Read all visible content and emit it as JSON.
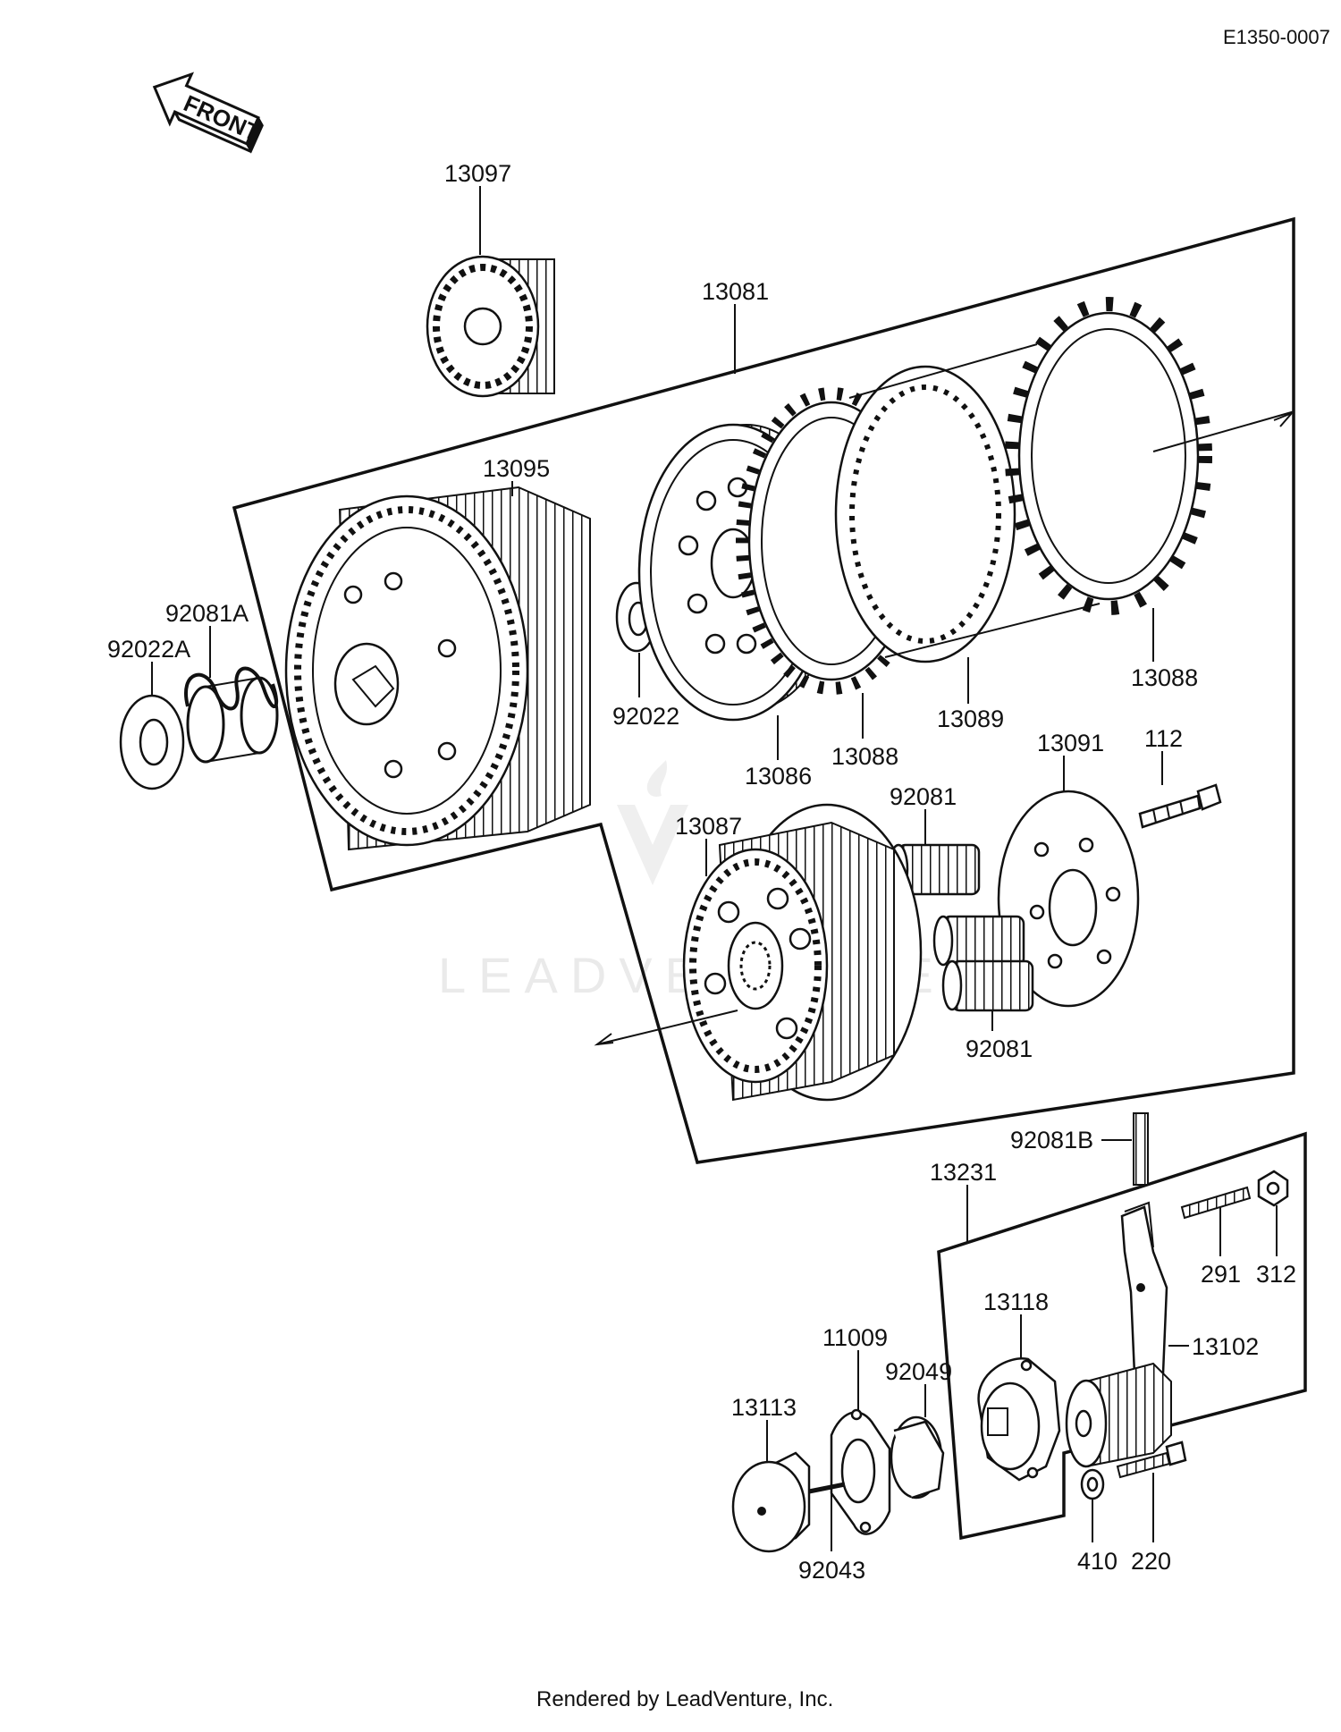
{
  "diagram": {
    "reference_code": "E1350-0007",
    "direction_label": "FRONT",
    "watermark": "LEADVENTURE",
    "footer": "Rendered by LeadVenture, Inc.",
    "parts": [
      {
        "id": "p13097",
        "number": "13097"
      },
      {
        "id": "p13081",
        "number": "13081"
      },
      {
        "id": "p13095",
        "number": "13095"
      },
      {
        "id": "p92081A",
        "number": "92081A"
      },
      {
        "id": "p92022A",
        "number": "92022A"
      },
      {
        "id": "p92022",
        "number": "92022"
      },
      {
        "id": "p13086",
        "number": "13086"
      },
      {
        "id": "p13088a",
        "number": "13088"
      },
      {
        "id": "p13089",
        "number": "13089"
      },
      {
        "id": "p13088b",
        "number": "13088"
      },
      {
        "id": "p13091",
        "number": "13091"
      },
      {
        "id": "p112",
        "number": "112"
      },
      {
        "id": "p92081a",
        "number": "92081"
      },
      {
        "id": "p13087",
        "number": "13087"
      },
      {
        "id": "p92081b",
        "number": "92081"
      },
      {
        "id": "p92081B",
        "number": "92081B"
      },
      {
        "id": "p13231",
        "number": "13231"
      },
      {
        "id": "p291",
        "number": "291"
      },
      {
        "id": "p312",
        "number": "312"
      },
      {
        "id": "p13118",
        "number": "13118"
      },
      {
        "id": "p13102",
        "number": "13102"
      },
      {
        "id": "p11009",
        "number": "11009"
      },
      {
        "id": "p92049",
        "number": "92049"
      },
      {
        "id": "p13113",
        "number": "13113"
      },
      {
        "id": "p92043",
        "number": "92043"
      },
      {
        "id": "p410",
        "number": "410"
      },
      {
        "id": "p220",
        "number": "220"
      }
    ]
  }
}
